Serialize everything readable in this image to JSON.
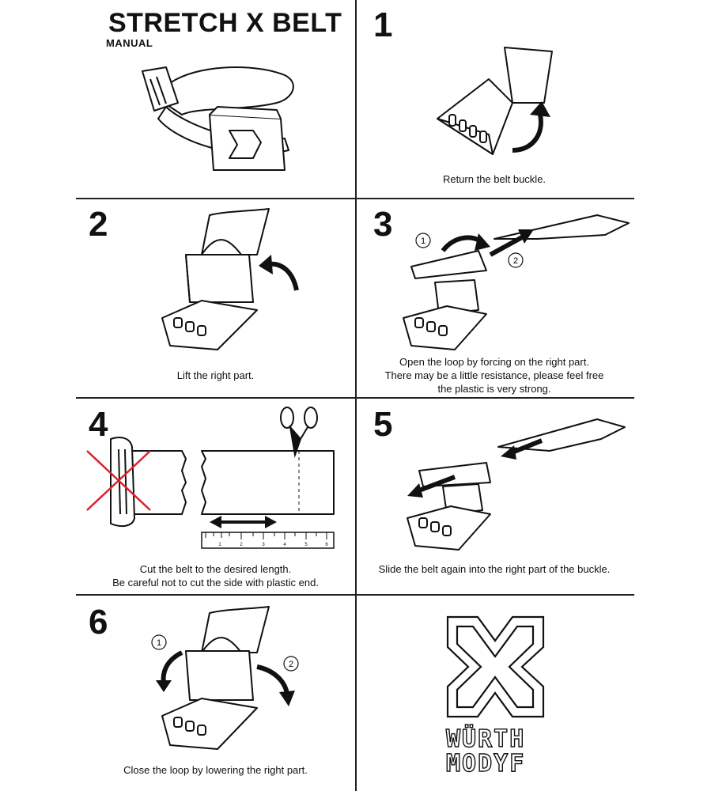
{
  "header": {
    "title": "STRETCH X BELT",
    "subtitle": "MANUAL"
  },
  "steps": [
    {
      "number": "1",
      "caption": [
        "Return the belt buckle."
      ]
    },
    {
      "number": "2",
      "caption": [
        "Lift the right part."
      ]
    },
    {
      "number": "3",
      "caption": [
        "Open the loop by forcing on the right part.",
        "There may be a little resistance, please feel free",
        "the plastic is very strong."
      ]
    },
    {
      "number": "4",
      "caption": [
        "Cut the belt to the desired length.",
        "Be careful not to cut the side with plastic end."
      ]
    },
    {
      "number": "5",
      "caption": [
        "Slide the belt again into the right part of the buckle."
      ]
    },
    {
      "number": "6",
      "caption": [
        "Close the loop by lowering the right part."
      ]
    }
  ],
  "markers": {
    "one": "1",
    "two": "2"
  },
  "ruler_ticks": [
    "1",
    "2",
    "3",
    "4",
    "5",
    "6"
  ],
  "logo": {
    "line1": "WÜRTH",
    "line2": "MODYF"
  },
  "colors": {
    "ink": "#111111",
    "cross": "#d8232a"
  }
}
